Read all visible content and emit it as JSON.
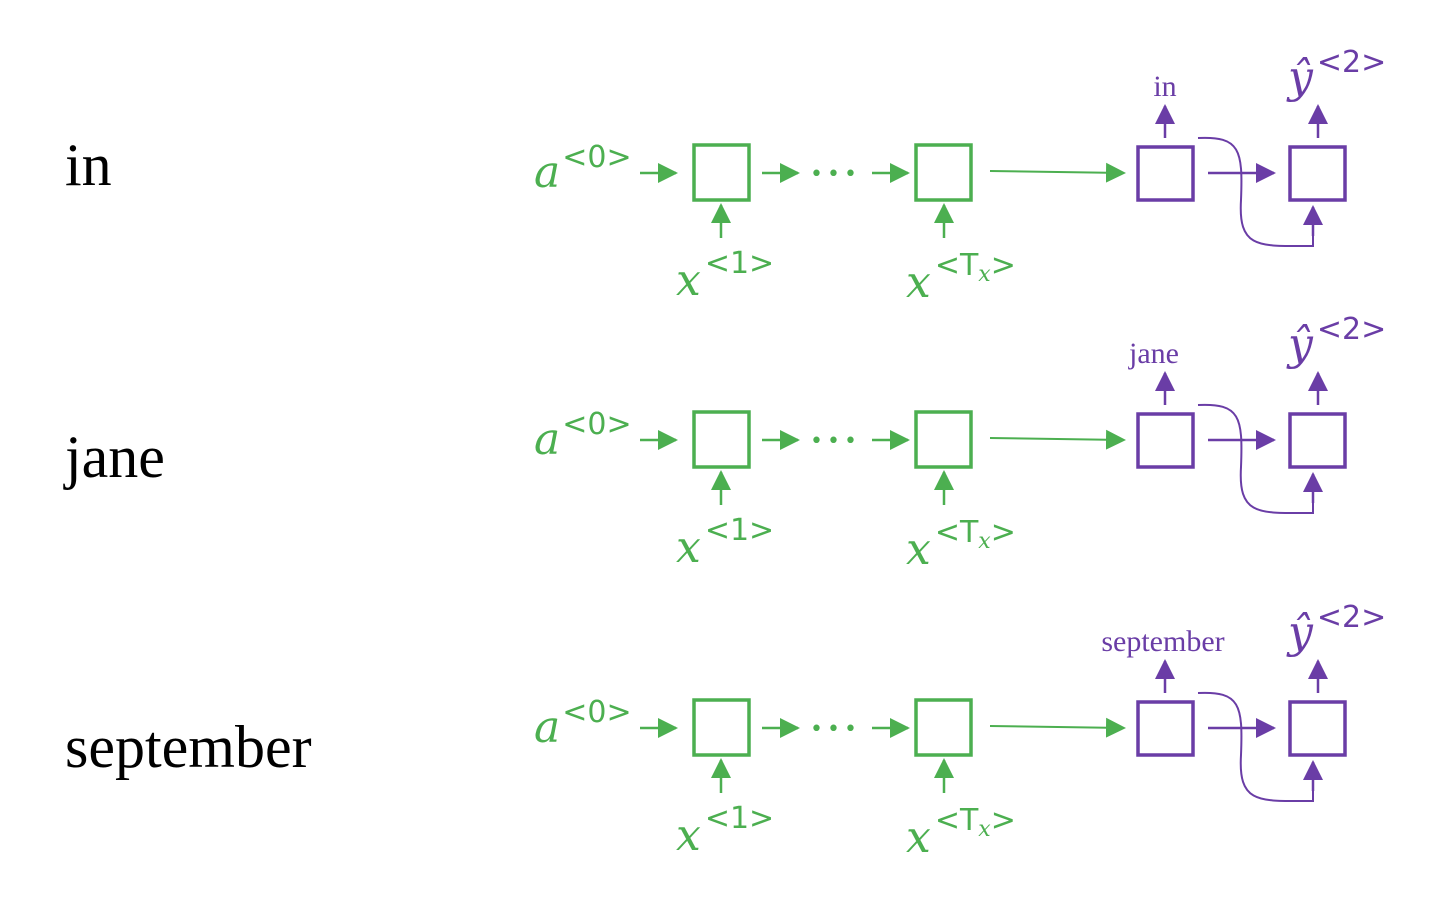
{
  "colors": {
    "encoder": "#4caf50",
    "decoder": "#6a3da6",
    "text": "#000000"
  },
  "rows": [
    {
      "word": "in",
      "decoder_output": "in",
      "prediction_var": "ŷ",
      "prediction_sup": "<2>",
      "a_var": "a",
      "a_sup": "<0>",
      "x1_var": "x",
      "x1_sup": "<1>",
      "xT_var": "x",
      "xT_sup_open": "<T",
      "xT_sup_sub": "x",
      "xT_sup_close": ">",
      "ellipsis": "•••"
    },
    {
      "word": "jane",
      "decoder_output": "jane",
      "prediction_var": "ŷ",
      "prediction_sup": "<2>",
      "a_var": "a",
      "a_sup": "<0>",
      "x1_var": "x",
      "x1_sup": "<1>",
      "xT_var": "x",
      "xT_sup_open": "<T",
      "xT_sup_sub": "x",
      "xT_sup_close": ">",
      "ellipsis": "•••"
    },
    {
      "word": "september",
      "decoder_output": "september",
      "prediction_var": "ŷ",
      "prediction_sup": "<2>",
      "a_var": "a",
      "a_sup": "<0>",
      "x1_var": "x",
      "x1_sup": "<1>",
      "xT_var": "x",
      "xT_sup_open": "<T",
      "xT_sup_sub": "x",
      "xT_sup_close": ">",
      "ellipsis": "•••"
    }
  ]
}
